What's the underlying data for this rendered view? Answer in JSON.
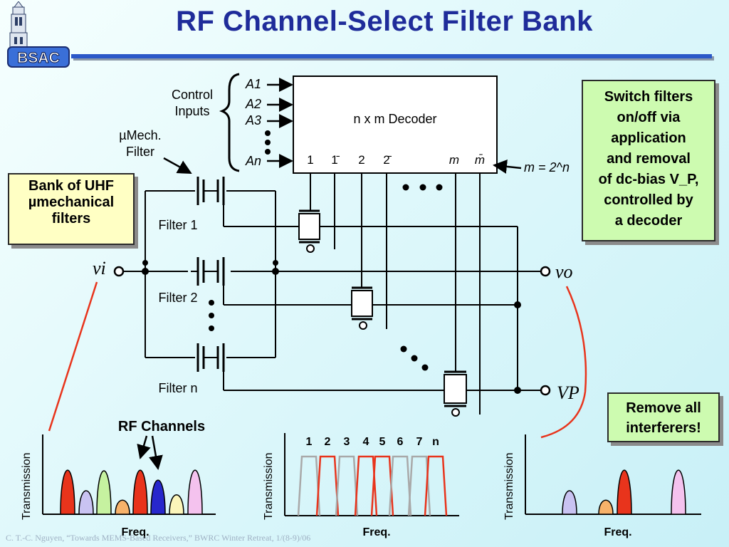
{
  "slide": {
    "title": "RF Channel-Select Filter Bank",
    "logo_text": "BSAC",
    "footer": "C. T.-C. Nguyen, “Towards MEMS-Based Receivers,” BWRC Winter Retreat, 1/(8-9)/06"
  },
  "notes": {
    "bank": [
      "Bank of UHF",
      "µmechanical",
      "filters"
    ],
    "switch": [
      "Switch filters",
      "on/off via",
      "application",
      "and removal",
      "of dc-bias V_P,",
      "controlled by",
      "a decoder"
    ],
    "remove": [
      "Remove all",
      "interferers!"
    ]
  },
  "circuit": {
    "control_inputs": [
      "Control",
      "Inputs"
    ],
    "address_inputs": [
      "A1",
      "A2",
      "A3",
      "An"
    ],
    "decoder_label": "n x m Decoder",
    "decoder_outputs": [
      "1",
      "1̄",
      "2",
      "2̄",
      "m",
      "m̄"
    ],
    "m_equation": "m = 2^n",
    "mech_filter_label": [
      "µMech.",
      "Filter"
    ],
    "filters": [
      "Filter 1",
      "Filter 2",
      "Filter n"
    ],
    "input_node": "vi",
    "output_node": "vo",
    "bias_node": "VP"
  },
  "spectra": {
    "rf_channels_label": "RF Channels",
    "ylabel": "Transmission",
    "xlabel": "Freq.",
    "channel_numbers": [
      "1",
      "2",
      "3",
      "4",
      "5",
      "6",
      "7",
      "n"
    ]
  },
  "colors": {
    "title": "#1f2c9a",
    "rule": "#2b58c8",
    "signal_red": "#e8341c",
    "peak_red": "#e8341c",
    "peak_blue": "#2727cc",
    "peak_lavender": "#c9c3f2",
    "peak_green": "#c6f2a0",
    "peak_orange": "#f7b26a",
    "peak_yellow": "#fbf5ba",
    "peak_pink": "#f4c2ee"
  }
}
